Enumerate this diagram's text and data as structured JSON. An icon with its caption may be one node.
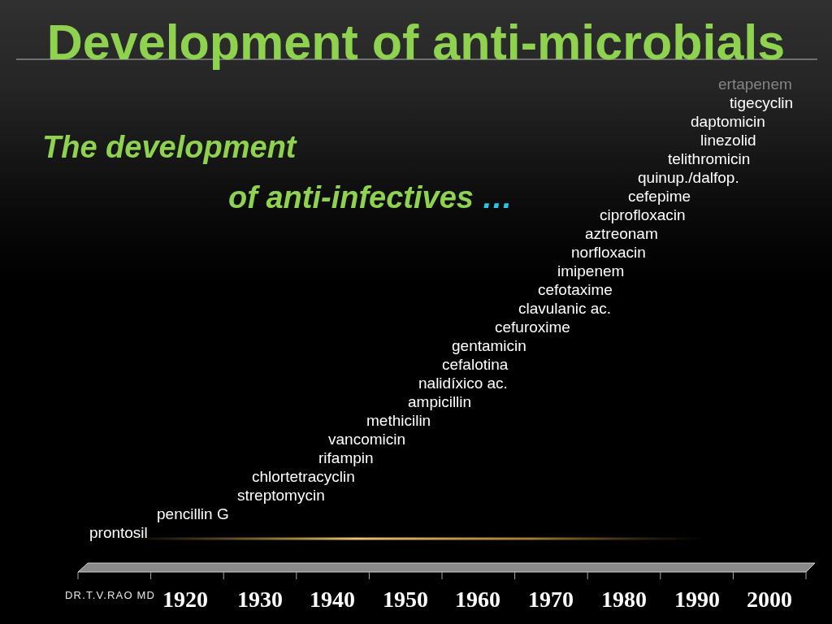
{
  "diagram": {
    "title": "Development of anti-microbials",
    "labels": [
      "The development",
      "of anti-infectives",
      "…",
      "ertapenem",
      "tigecyclin",
      "daptomicin",
      "linezolid",
      "telithromicin",
      "quinup./dalfop.",
      "cefepime",
      "ciprofloxacin",
      "aztreonam",
      "norfloxacin",
      "imipenem",
      "cefotaxime",
      "clavulanic ac.",
      "cefuroxime",
      "gentamicin",
      "cefalotina",
      "nalidíxico ac.",
      "ampicillin",
      "methicilin",
      "vancomicin",
      "rifampin",
      "chlortetracyclin",
      "streptomycin",
      "pencillin G",
      "prontosil",
      "DR.T.V.RAO MD",
      "1920",
      "1930",
      "1940",
      "1950",
      "1960",
      "1970",
      "1980",
      "1990",
      "2000"
    ]
  }
}
